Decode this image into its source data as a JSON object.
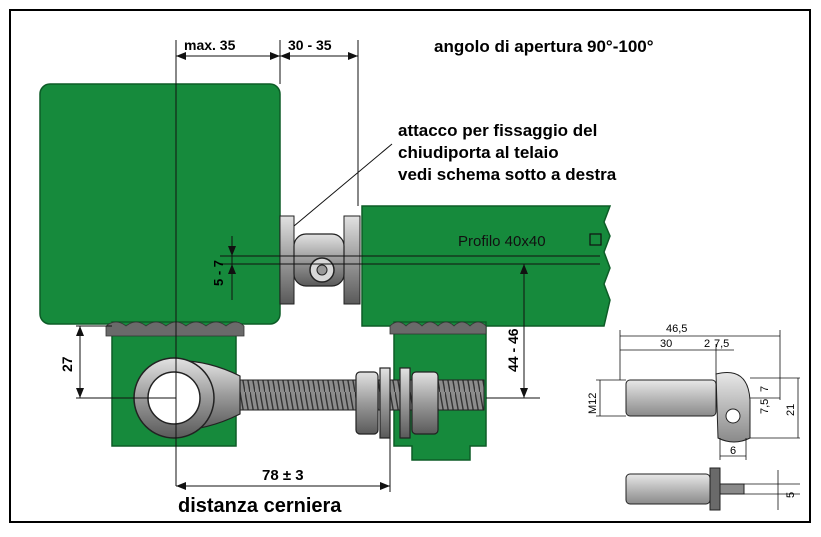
{
  "colors": {
    "green": "#168a3c",
    "green_dark": "#0d5c27",
    "metal": "#a9a9a9",
    "metal_dark": "#6e6e6e",
    "line": "#111111",
    "part_gray": "#c4c4c4"
  },
  "labels": {
    "max_35": "max. 35",
    "range_30_35": "30 - 35",
    "opening_angle": "angolo di apertura 90°-100°",
    "attachment_line1": "attacco per fissaggio del",
    "attachment_line2": "chiudiporta al telaio",
    "attachment_line3": "vedi schema sotto a destra",
    "profile": "Profilo 40x40",
    "dim_5_7": "5 - 7",
    "dim_44_46": "44 - 46",
    "dim_27": "27",
    "dim_78": "78 ± 3",
    "hinge_distance": "distanza cerniera"
  },
  "detail": {
    "dim_46_5": "46,5",
    "dim_30": "30",
    "dim_2": "2",
    "dim_7_5_top": "7,5",
    "dim_m12": "M12",
    "dim_7": "7",
    "dim_7_5_side": "7,5",
    "dim_21": "21",
    "dim_6": "6",
    "dim_5": "5"
  }
}
